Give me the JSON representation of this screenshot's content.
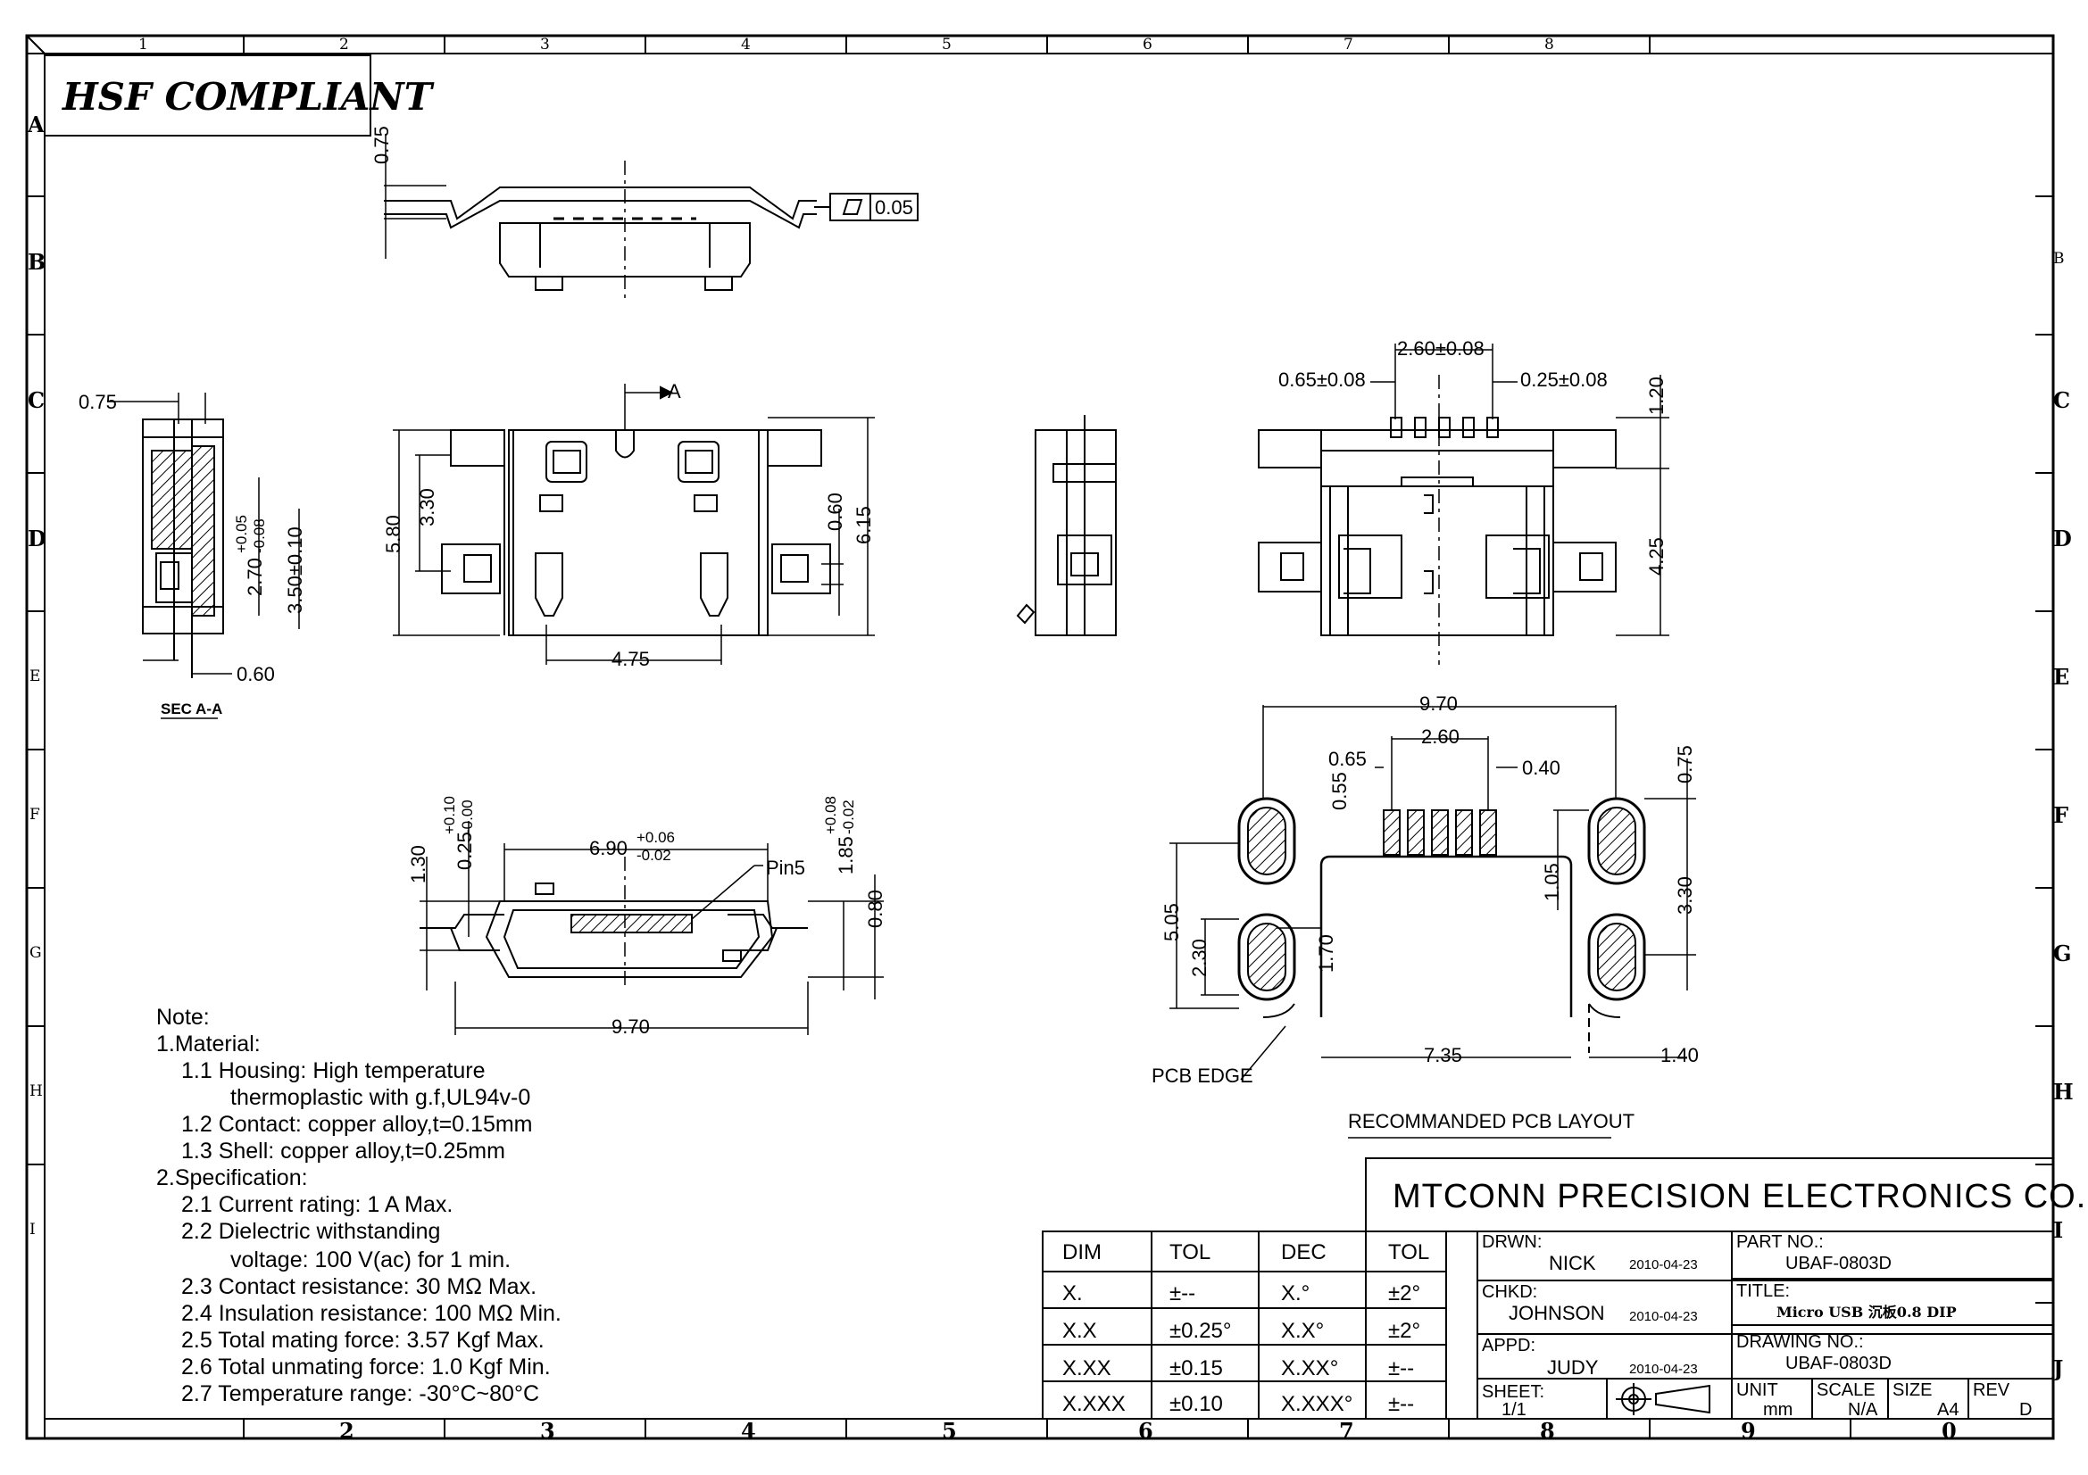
{
  "frame": {
    "col_labels_top": [
      "1",
      "2",
      "3",
      "4",
      "5",
      "6",
      "7",
      "8"
    ],
    "col_labels_bottom": [
      "2",
      "3",
      "4",
      "5",
      "6",
      "7",
      "8",
      "9",
      "0"
    ],
    "row_labels_left": [
      "A",
      "B",
      "C",
      "D",
      "E",
      "F",
      "G",
      "H",
      "I"
    ],
    "row_labels_right": [
      "B",
      "C",
      "D",
      "E",
      "F",
      "G",
      "H",
      "I",
      "J"
    ]
  },
  "banner": "HSF COMPLIANT",
  "top_view": {
    "dim_075": "0.75",
    "flatness": "0.05"
  },
  "section": {
    "dim_075": "0.75",
    "tol_a": "2.70",
    "tol_a_plus": "+0.05",
    "tol_a_minus": "-0.08",
    "dim_350": "3.50±0.10",
    "dim_060": "0.60",
    "title": "SEC A-A"
  },
  "plan_view": {
    "section_mark": "A",
    "dim_580": "5.80",
    "dim_330": "3.30",
    "dim_060": "0.60",
    "dim_615": "6.15",
    "dim_475": "4.75"
  },
  "right_view": {
    "dim_260": "2.60±0.08",
    "dim_065": "0.65±0.08",
    "dim_025": "0.25±0.08",
    "dim_120": "1.20",
    "dim_425": "4.25"
  },
  "front_view": {
    "tol_025": "0.25",
    "tol_025_plus": "+0.10",
    "tol_025_minus": "-0.00",
    "dim_130": "1.30",
    "dim_690": "6.90",
    "dim_690_plus": "+0.06",
    "dim_690_minus": "-0.02",
    "dim_185": "1.85",
    "dim_185_plus": "+0.08",
    "dim_185_minus": "-0.02",
    "pin5": "Pin5",
    "dim_080": "0.80",
    "dim_970": "9.70"
  },
  "pcb": {
    "dim_970": "9.70",
    "dim_260": "2.60",
    "dim_065": "0.65",
    "dim_040": "0.40",
    "dim_075": "0.75",
    "dim_055": "0.55",
    "dim_105": "1.05",
    "dim_330": "3.30",
    "dim_505": "5.05",
    "dim_230": "2.30",
    "dim_170": "1.70",
    "dim_735": "7.35",
    "dim_140": "1.40",
    "pcb_edge": "PCB EDGE",
    "title": "RECOMMANDED PCB LAYOUT"
  },
  "notes": {
    "heading": "Note:",
    "lines": [
      "1.Material:",
      "1.1 Housing: High temperature",
      "thermoplastic with g.f,UL94v-0",
      "1.2 Contact: copper alloy,t=0.15mm",
      "1.3 Shell: copper alloy,t=0.25mm",
      "2.Specification:",
      "2.1 Current rating: 1 A Max.",
      "2.2 Dielectric withstanding",
      "voltage: 100 V(ac) for 1 min.",
      "2.3 Contact resistance: 30 MΩ Max.",
      "2.4 Insulation resistance: 100 MΩ Min.",
      "2.5 Total mating force: 3.57 Kgf Max.",
      "2.6 Total unmating force: 1.0 Kgf Min.",
      "2.7 Temperature range: -30°C~80°C"
    ]
  },
  "tolerance_table": {
    "headers": [
      "DIM",
      "TOL",
      "DEC",
      "TOL"
    ],
    "rows": [
      [
        "X.",
        "±--",
        "X.°",
        "±2°"
      ],
      [
        "X.X",
        "±0.25°",
        "X.X°",
        "±2°"
      ],
      [
        "X.XX",
        "±0.15",
        "X.XX°",
        "±--"
      ],
      [
        "X.XXX",
        "±0.10",
        "X.XXX°",
        "±--"
      ]
    ]
  },
  "title_block": {
    "company": "MTCONN PRECISION ELECTRONICS CO.,LTD",
    "drwn_label": "DRWN:",
    "drwn_name": "NICK",
    "drwn_date": "2010-04-23",
    "chkd_label": "CHKD:",
    "chkd_name": "JOHNSON",
    "chkd_date": "2010-04-23",
    "appd_label": "APPD:",
    "appd_name": "JUDY",
    "appd_date": "2010-04-23",
    "sheet_label": "SHEET:",
    "sheet_value": "1/1",
    "part_no_label": "PART NO.:",
    "part_no": "UBAF-0803D",
    "title_label": "TITLE:",
    "title": "Micro USB 沉板0.8 DIP",
    "drawing_no_label": "DRAWING NO.:",
    "drawing_no": "UBAF-0803D",
    "unit_label": "UNIT",
    "unit": "mm",
    "scale_label": "SCALE",
    "scale": "N/A",
    "size_label": "SIZE",
    "size": "A4",
    "rev_label": "REV",
    "rev": "D"
  }
}
